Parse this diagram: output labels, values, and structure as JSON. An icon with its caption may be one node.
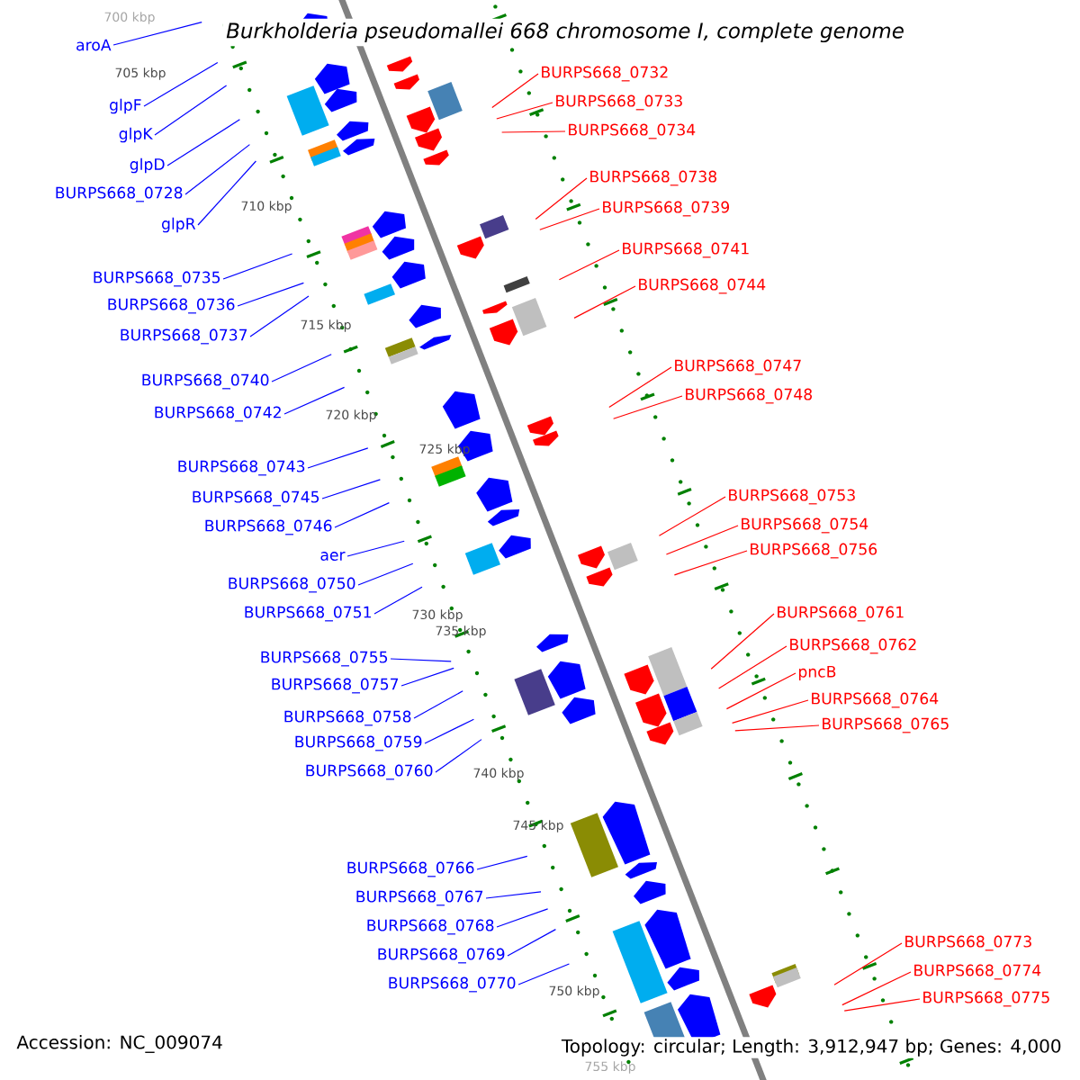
{
  "diagram": {
    "title": "Burkholderia pseudomallei 668 chromosome I, complete genome",
    "nodes": [
      {
        "text": [
          "aroA"
        ]
      },
      {
        "text": [
          "glpF"
        ]
      },
      {
        "text": [
          "glpK"
        ]
      },
      {
        "text": [
          "glpD"
        ]
      },
      {
        "text": [
          "BURPS668_0728"
        ]
      },
      {
        "text": [
          "glpR"
        ]
      },
      {
        "text": [
          "BURPS668_0735"
        ]
      },
      {
        "text": [
          "BURPS668_0736"
        ]
      },
      {
        "text": [
          "BURPS668_0737"
        ]
      },
      {
        "text": [
          "BURPS668_0740"
        ]
      },
      {
        "text": [
          "BURPS668_0742"
        ]
      },
      {
        "text": [
          "BURPS668_0743"
        ]
      },
      {
        "text": [
          "BURPS668_0745"
        ]
      },
      {
        "text": [
          "BURPS668_0746"
        ]
      },
      {
        "text": [
          "aer"
        ]
      },
      {
        "text": [
          "BURPS668_0750"
        ]
      },
      {
        "text": [
          "BURPS668_0751"
        ]
      },
      {
        "text": [
          "BURPS668_0755"
        ]
      },
      {
        "text": [
          "BURPS668_0757"
        ]
      },
      {
        "text": [
          "BURPS668_0758"
        ]
      },
      {
        "text": [
          "BURPS668_0759"
        ]
      },
      {
        "text": [
          "BURPS668_0760"
        ]
      },
      {
        "text": [
          "BURPS668_0766"
        ]
      },
      {
        "text": [
          "BURPS668_0767"
        ]
      },
      {
        "text": [
          "BURPS668_0768"
        ]
      },
      {
        "text": [
          "BURPS668_0769"
        ]
      },
      {
        "text": [
          "BURPS668_0770"
        ]
      },
      {
        "text": [
          "BURPS668_0732"
        ]
      },
      {
        "text": [
          "BURPS668_0733"
        ]
      },
      {
        "text": [
          "BURPS668_0734"
        ]
      },
      {
        "text": [
          "BURPS668_0738"
        ]
      },
      {
        "text": [
          "BURPS668_0739"
        ]
      },
      {
        "text": [
          "BURPS668_0741"
        ]
      },
      {
        "text": [
          "BURPS668_0744"
        ]
      },
      {
        "text": [
          "BURPS668_0747"
        ]
      },
      {
        "text": [
          "BURPS668_0748"
        ]
      },
      {
        "text": [
          "BURPS668_0753"
        ]
      },
      {
        "text": [
          "BURPS668_0754"
        ]
      },
      {
        "text": [
          "BURPS668_0756"
        ]
      },
      {
        "text": [
          "BURPS668_0761"
        ]
      },
      {
        "text": [
          "BURPS668_0762"
        ]
      },
      {
        "text": [
          "pncB"
        ]
      },
      {
        "text": [
          "BURPS668_0764"
        ]
      },
      {
        "text": [
          "BURPS668_0765"
        ]
      },
      {
        "text": [
          "BURPS668_0773"
        ]
      },
      {
        "text": [
          "BURPS668_0774"
        ]
      },
      {
        "text": [
          "BURPS668_0775"
        ]
      }
    ],
    "edges": [
      {
        "from": 0,
        "to": null,
        "arrow": "none"
      },
      {
        "from": 1,
        "to": null,
        "arrow": "none"
      },
      {
        "from": 2,
        "to": null,
        "arrow": "none"
      },
      {
        "from": 3,
        "to": null,
        "arrow": "none"
      },
      {
        "from": 4,
        "to": null,
        "arrow": "none"
      },
      {
        "from": 5,
        "to": null,
        "arrow": "none"
      },
      {
        "from": 6,
        "to": null,
        "arrow": "none"
      },
      {
        "from": 7,
        "to": null,
        "arrow": "none"
      },
      {
        "from": 8,
        "to": null,
        "arrow": "none"
      },
      {
        "from": 9,
        "to": null,
        "arrow": "none"
      },
      {
        "from": 10,
        "to": null,
        "arrow": "none"
      },
      {
        "from": 11,
        "to": null,
        "arrow": "none"
      },
      {
        "from": 12,
        "to": null,
        "arrow": "none"
      },
      {
        "from": 13,
        "to": null,
        "arrow": "none"
      },
      {
        "from": 14,
        "to": null,
        "arrow": "none"
      },
      {
        "from": 15,
        "to": null,
        "arrow": "none"
      },
      {
        "from": 16,
        "to": null,
        "arrow": "none"
      },
      {
        "from": 17,
        "to": null,
        "arrow": "none"
      },
      {
        "from": 18,
        "to": null,
        "arrow": "none"
      },
      {
        "from": 19,
        "to": null,
        "arrow": "none"
      },
      {
        "from": 20,
        "to": null,
        "arrow": "none"
      },
      {
        "from": 21,
        "to": null,
        "arrow": "none"
      },
      {
        "from": 22,
        "to": null,
        "arrow": "none"
      },
      {
        "from": 23,
        "to": null,
        "arrow": "none"
      },
      {
        "from": 24,
        "to": null,
        "arrow": "none"
      },
      {
        "from": 25,
        "to": null,
        "arrow": "none"
      },
      {
        "from": 26,
        "to": null,
        "arrow": "none"
      },
      {
        "from": 27,
        "to": null,
        "arrow": "none",
        "color": "#ff0000"
      },
      {
        "from": 28,
        "to": null,
        "arrow": "none",
        "color": "#ff0000"
      },
      {
        "from": 29,
        "to": null,
        "arrow": "none",
        "color": "#ff0000"
      },
      {
        "from": 30,
        "to": null,
        "arrow": "none",
        "color": "#ff0000"
      },
      {
        "from": 31,
        "to": null,
        "arrow": "none",
        "color": "#ff0000"
      },
      {
        "from": 32,
        "to": null,
        "arrow": "none",
        "color": "#ff0000"
      },
      {
        "from": 33,
        "to": null,
        "arrow": "none",
        "color": "#ff0000"
      },
      {
        "from": 34,
        "to": null,
        "arrow": "none",
        "color": "#ff0000"
      },
      {
        "from": 35,
        "to": null,
        "arrow": "none",
        "color": "#ff0000"
      },
      {
        "from": 36,
        "to": null,
        "arrow": "none",
        "color": "#ff0000"
      },
      {
        "from": 37,
        "to": null,
        "arrow": "none",
        "color": "#ff0000"
      },
      {
        "from": 38,
        "to": null,
        "arrow": "none",
        "color": "#ff0000"
      },
      {
        "from": 39,
        "to": null,
        "arrow": "none",
        "color": "#ff0000"
      },
      {
        "from": 40,
        "to": null,
        "arrow": "none",
        "color": "#ff0000"
      },
      {
        "from": 41,
        "to": null,
        "arrow": "none",
        "color": "#ff0000"
      },
      {
        "from": 42,
        "to": null,
        "arrow": "none",
        "color": "#ff0000"
      },
      {
        "from": 43,
        "to": null,
        "arrow": "none",
        "color": "#ff0000"
      },
      {
        "from": 44,
        "to": null,
        "arrow": "none",
        "color": "#ff0000"
      },
      {
        "from": 45,
        "to": null,
        "arrow": "none",
        "color": "#ff0000"
      },
      {
        "from": 46,
        "to": null,
        "arrow": "none",
        "color": "#ff0000"
      }
    ],
    "labels": [
      "700 kbp",
      "705 kbp",
      "710 kbp",
      "715 kbp",
      "720 kbp",
      "725 kbp",
      "730 kbp",
      "735 kbp",
      "740 kbp",
      "745 kbp",
      "750 kbp",
      "755 kbp",
      "Accession: NC_009074",
      "Topology: circular; Length: 3,912,947 bp; Genes: 4,000"
    ]
  }
}
